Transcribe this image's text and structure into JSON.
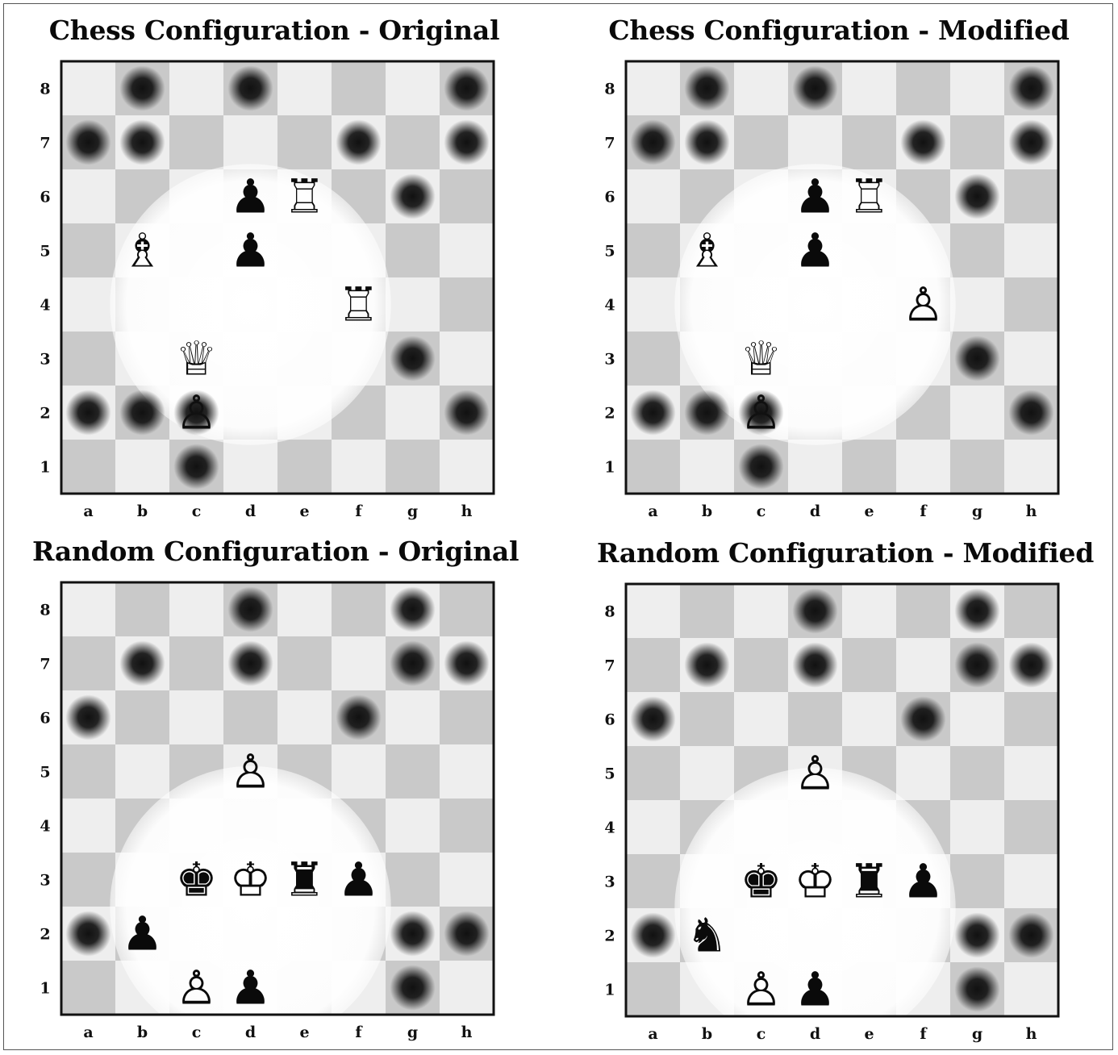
{
  "files": [
    "a",
    "b",
    "c",
    "d",
    "e",
    "f",
    "g",
    "h"
  ],
  "ranks": [
    "8",
    "7",
    "6",
    "5",
    "4",
    "3",
    "2",
    "1"
  ],
  "colors": {
    "light_square": "#eeeeee",
    "dark_square": "#c9c9c9",
    "occluder": "#111111",
    "piece": "#0a0a0a"
  },
  "icons": {
    "occluder": "dark-blob",
    "wk": "white-king",
    "wq": "white-queen",
    "wr": "white-rook",
    "wb": "white-bishop",
    "wn": "white-knight",
    "wp": "white-pawn",
    "bk": "black-king",
    "bq": "black-queen",
    "br": "black-rook",
    "bb": "black-bishop",
    "bn": "black-knight",
    "bp": "black-pawn"
  },
  "panels": [
    {
      "title": "Chess Configuration - Original",
      "spotlight": {
        "center": "d4",
        "radius_squares": 2.6
      },
      "occluders": [
        "b8",
        "d8",
        "h8",
        "a7",
        "b7",
        "f7",
        "h7",
        "g6",
        "g3",
        "a2",
        "b2",
        "c2",
        "h2",
        "c1"
      ],
      "pieces": [
        {
          "square": "d6",
          "piece": "bp"
        },
        {
          "square": "e6",
          "piece": "wr"
        },
        {
          "square": "b5",
          "piece": "wb"
        },
        {
          "square": "d5",
          "piece": "bp"
        },
        {
          "square": "f4",
          "piece": "wr"
        },
        {
          "square": "c3",
          "piece": "wq"
        },
        {
          "square": "c2",
          "piece": "wp"
        }
      ]
    },
    {
      "title": "Chess Configuration - Modified",
      "spotlight": {
        "center": "d4",
        "radius_squares": 2.6
      },
      "occluders": [
        "b8",
        "d8",
        "h8",
        "a7",
        "b7",
        "f7",
        "h7",
        "g6",
        "g3",
        "a2",
        "b2",
        "c2",
        "h2",
        "c1"
      ],
      "pieces": [
        {
          "square": "d6",
          "piece": "bp"
        },
        {
          "square": "e6",
          "piece": "wr"
        },
        {
          "square": "b5",
          "piece": "wb"
        },
        {
          "square": "d5",
          "piece": "bp"
        },
        {
          "square": "f4",
          "piece": "wp"
        },
        {
          "square": "c3",
          "piece": "wq"
        },
        {
          "square": "c2",
          "piece": "wp"
        }
      ]
    },
    {
      "title": "Random Configuration - Original",
      "spotlight": {
        "center": "d2.5",
        "radius_squares": 2.6
      },
      "occluders": [
        "d8",
        "g8",
        "b7",
        "d7",
        "g7",
        "h7",
        "a6",
        "f6",
        "a2",
        "g2",
        "h2",
        "g1"
      ],
      "pieces": [
        {
          "square": "d5",
          "piece": "wp"
        },
        {
          "square": "c3",
          "piece": "bk"
        },
        {
          "square": "d3",
          "piece": "wk"
        },
        {
          "square": "e3",
          "piece": "br"
        },
        {
          "square": "f3",
          "piece": "bp"
        },
        {
          "square": "b2",
          "piece": "bp"
        },
        {
          "square": "c1",
          "piece": "wp"
        },
        {
          "square": "d1",
          "piece": "bp"
        }
      ]
    },
    {
      "title": "Random Configuration - Modified",
      "spotlight": {
        "center": "d2.5",
        "radius_squares": 2.6
      },
      "occluders": [
        "d8",
        "g8",
        "b7",
        "d7",
        "g7",
        "h7",
        "a6",
        "f6",
        "a2",
        "g2",
        "h2",
        "g1"
      ],
      "pieces": [
        {
          "square": "d5",
          "piece": "wp"
        },
        {
          "square": "c3",
          "piece": "bk"
        },
        {
          "square": "d3",
          "piece": "wk"
        },
        {
          "square": "e3",
          "piece": "br"
        },
        {
          "square": "f3",
          "piece": "bp"
        },
        {
          "square": "b2",
          "piece": "bn"
        },
        {
          "square": "c1",
          "piece": "wp"
        },
        {
          "square": "d1",
          "piece": "bp"
        }
      ]
    }
  ]
}
